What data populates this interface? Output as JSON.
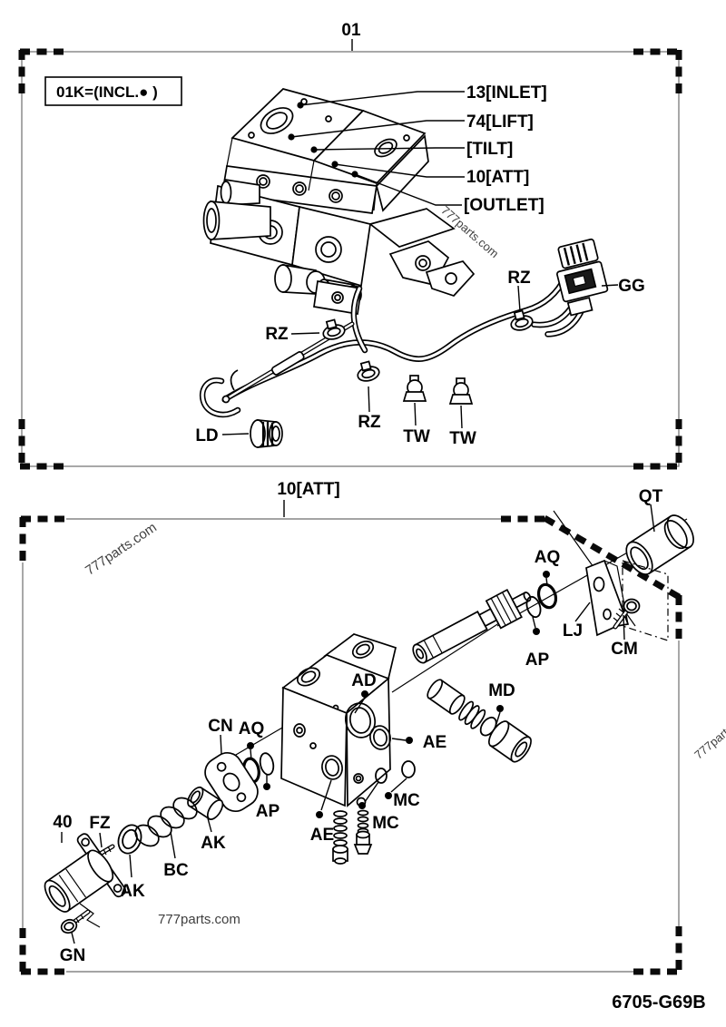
{
  "page": {
    "watermark": "777parts.com",
    "drawing_code": "6705-G69B",
    "line_color": "#000000",
    "border_color": "#6e6e6e"
  },
  "top_box": {
    "ref_label": "01",
    "note_box": "01K=(INCL.● )",
    "callouts": {
      "inlet": "13[INLET]",
      "lift": "74[LIFT]",
      "tilt": "[TILT]",
      "att": "10[ATT]",
      "outlet": "[OUTLET]",
      "rz": "RZ",
      "gg": "GG",
      "ld": "LD",
      "tw": "TW"
    }
  },
  "bottom_box": {
    "ref_label": "10[ATT]",
    "callouts": {
      "qt": "QT",
      "aq": "AQ",
      "lj": "LJ",
      "cm": "CM",
      "ap": "AP",
      "ad": "AD",
      "md": "MD",
      "ae": "AE",
      "mc": "MC",
      "cn": "CN",
      "ak": "AK",
      "bc": "BC",
      "fz": "FZ",
      "gn": "GN",
      "n40": "40"
    }
  }
}
